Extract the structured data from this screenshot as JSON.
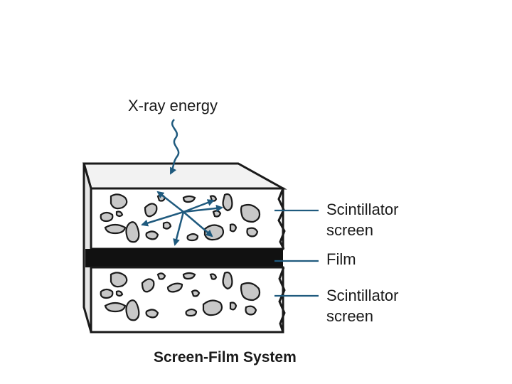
{
  "diagram": {
    "input_label": "X-ray energy",
    "labels": {
      "top_screen_line1": "Scintillator",
      "top_screen_line2": "screen",
      "film": "Film",
      "bottom_screen_line1": "Scintillator",
      "bottom_screen_line2": "screen"
    },
    "caption": "Screen-Film System",
    "colors": {
      "arrow": "#1f5a7e",
      "leader": "#1f5a7e",
      "film": "#111111",
      "grain": "#c8c8c8",
      "outline": "#1a1a1a",
      "top_face": "#f2f2f2"
    }
  }
}
